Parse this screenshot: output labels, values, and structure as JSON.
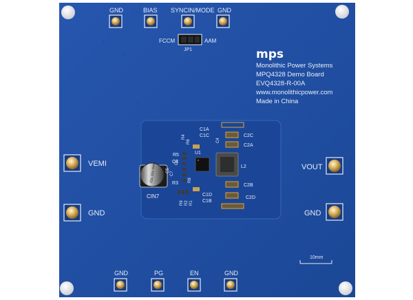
{
  "board": {
    "pcb_color": "#1f4fa6",
    "zone_color": "#1b4697",
    "silkscreen_color": "#e8eef8",
    "pad_color": "#d9a441"
  },
  "labels": {
    "top_gnd_left": "GND",
    "top_bias": "BIAS",
    "top_sync": "SYNCIN/MODE",
    "top_gnd_right": "GND",
    "fccm": "FCCM",
    "aam": "AAM",
    "jp1": "JP1",
    "logo": "mps",
    "company": "Monolithic Power Systems",
    "board_name": "MPQ4328 Demo Board",
    "part_number": "EVQ4328-R-00A",
    "website": "www.monolithicpower.com",
    "origin": "Made in China",
    "vemi": "VEMI",
    "gnd_left": "GND",
    "vout": "VOUT",
    "gnd_right": "GND",
    "scale": "10mm",
    "bottom_gnd_left": "GND",
    "bottom_pg": "PG",
    "bottom_en": "EN",
    "bottom_gnd_right": "GND"
  },
  "components": {
    "c1a": "C1A",
    "c1c": "C1C",
    "c2c": "C2C",
    "c2a": "C2A",
    "r4": "R4",
    "r6": "R6",
    "r5": "R5",
    "c3": "C3",
    "c6": "C6",
    "u1": "U1",
    "c4": "C4",
    "l2": "L2",
    "c5": "C5",
    "c7": "C7",
    "r3": "R3",
    "r8": "R8",
    "c2b": "C2B",
    "c1d": "C1D",
    "c1b": "C1B",
    "c2d": "C2D",
    "r9": "R9",
    "r2": "R2",
    "r1": "R1",
    "cin7": "CIN7",
    "cap_marking": "22u 25V PPN"
  }
}
